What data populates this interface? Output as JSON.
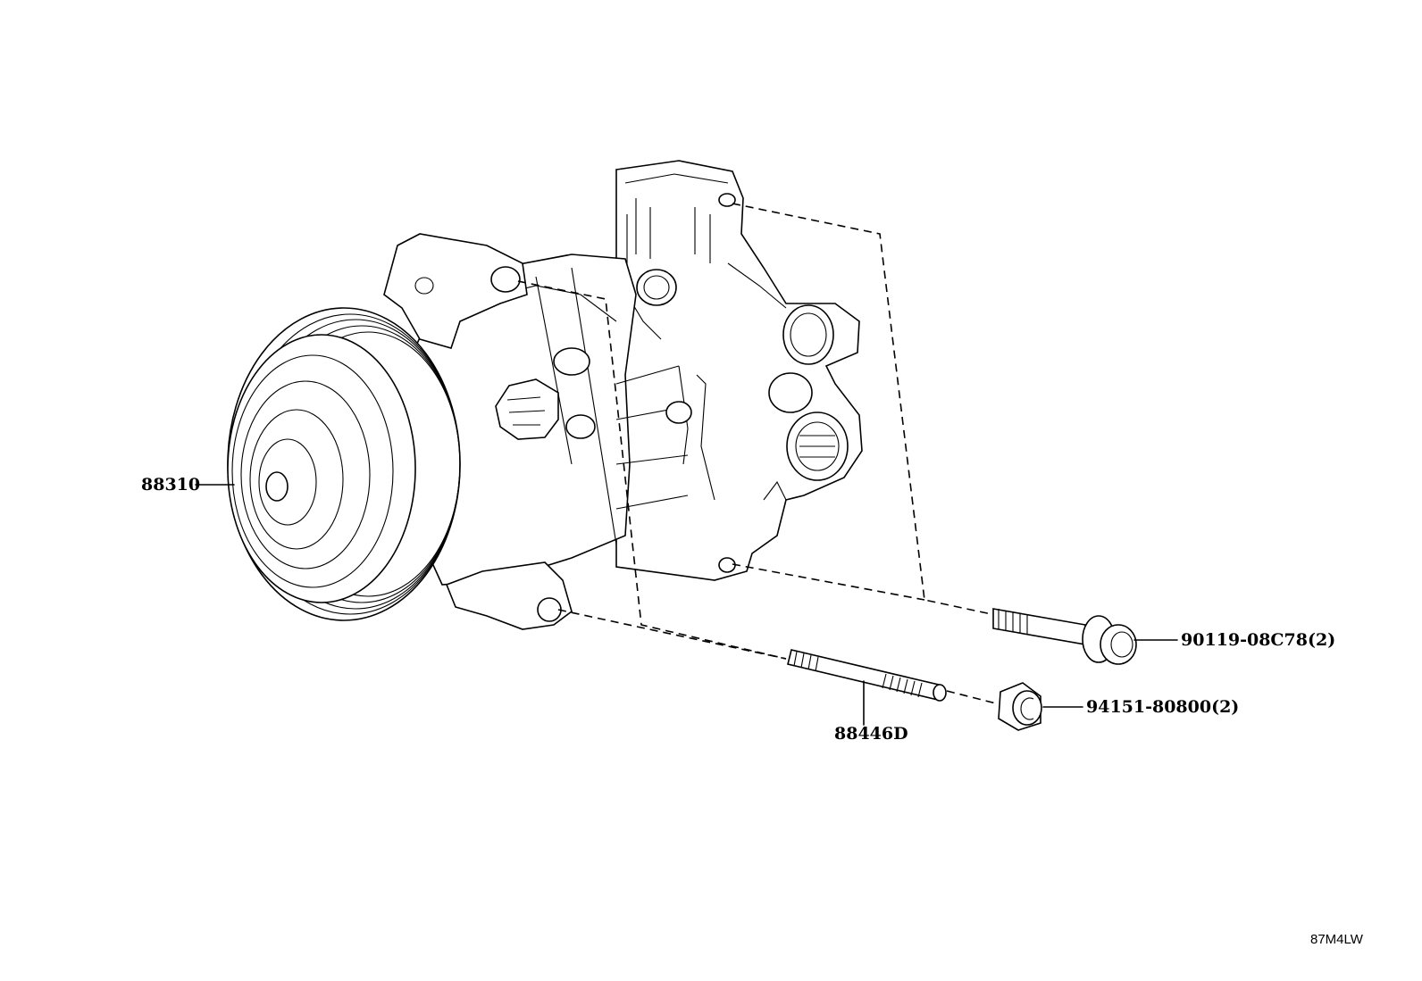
{
  "diagram": {
    "parts": [
      {
        "id": "compressor",
        "label": "88310"
      },
      {
        "id": "stud",
        "label": "88446D"
      },
      {
        "id": "bolt",
        "label": "90119-08C78(2)"
      },
      {
        "id": "nut",
        "label": "94151-80800(2)"
      }
    ],
    "code": "87M4LW"
  }
}
